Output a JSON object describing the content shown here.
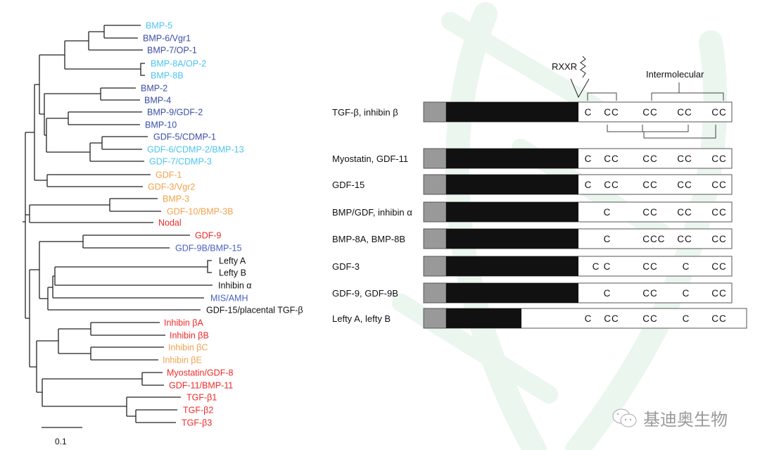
{
  "tree": {
    "leaves": [
      {
        "label": "BMP-5",
        "color": "#4cc4ef"
      },
      {
        "label": "BMP-6/Vgr1",
        "color": "#3a4ea6"
      },
      {
        "label": "BMP-7/OP-1",
        "color": "#3a4ea6"
      },
      {
        "label": "BMP-8A/OP-2",
        "color": "#4cc4ef"
      },
      {
        "label": "BMP-8B",
        "color": "#4cc4ef"
      },
      {
        "label": "BMP-2",
        "color": "#3a4ea6"
      },
      {
        "label": "BMP-4",
        "color": "#3a4ea6"
      },
      {
        "label": "BMP-9/GDF-2",
        "color": "#3a4ea6"
      },
      {
        "label": "BMP-10",
        "color": "#3a4ea6"
      },
      {
        "label": "GDF-5/CDMP-1",
        "color": "#3a4ea6"
      },
      {
        "label": "GDF-6/CDMP-2/BMP-13",
        "color": "#4cc4ef"
      },
      {
        "label": "GDF-7/CDMP-3",
        "color": "#4cc4ef"
      },
      {
        "label": "GDF-1",
        "color": "#f2a24c"
      },
      {
        "label": "GDF-3/Vgr2",
        "color": "#f2a24c"
      },
      {
        "label": "BMP-3",
        "color": "#f2a24c"
      },
      {
        "label": "GDF-10/BMP-3B",
        "color": "#f2a24c"
      },
      {
        "label": "Nodal",
        "color": "#ee2a2a"
      },
      {
        "label": "GDF-9",
        "color": "#ee2a2a"
      },
      {
        "label": "GDF-9B/BMP-15",
        "color": "#4a60c0"
      },
      {
        "label": "Lefty A",
        "color": "#111111"
      },
      {
        "label": "Lefty B",
        "color": "#111111"
      },
      {
        "label": "Inhibin α",
        "color": "#111111"
      },
      {
        "label": "MIS/AMH",
        "color": "#4a60c0"
      },
      {
        "label": "GDF-15/placental TGF-β",
        "color": "#111111"
      },
      {
        "label": "Inhibin βA",
        "color": "#ee2a2a"
      },
      {
        "label": "Inhibin βB",
        "color": "#ee2a2a"
      },
      {
        "label": "Inhibin βC",
        "color": "#f2a24c"
      },
      {
        "label": "Inhibin βE",
        "color": "#f2a24c"
      },
      {
        "label": "Myostatin/GDF-8",
        "color": "#ee2a2a"
      },
      {
        "label": "GDF-11/BMP-11",
        "color": "#ee2a2a"
      },
      {
        "label": "TGF-β1",
        "color": "#ee2a2a"
      },
      {
        "label": "TGF-β2",
        "color": "#ee2a2a"
      },
      {
        "label": "TGF-β3",
        "color": "#ee2a2a"
      }
    ],
    "scale_label": "0.1"
  },
  "domains": {
    "cleavage_label": "RXXR",
    "intermolecular_label": "Intermolecular",
    "rows": [
      {
        "label": "TGF-β, inhibin β",
        "cys": [
          {
            "t": "C",
            "p": 0
          },
          {
            "t": "CC",
            "p": 1
          },
          {
            "t": "CC",
            "p": 2
          },
          {
            "t": "CC",
            "p": 3
          },
          {
            "t": "CC",
            "p": 4
          }
        ]
      },
      {
        "label": "Myostatin, GDF-11",
        "cys": [
          {
            "t": "C",
            "p": 0
          },
          {
            "t": "CC",
            "p": 1
          },
          {
            "t": "CC",
            "p": 2
          },
          {
            "t": "CC",
            "p": 3
          },
          {
            "t": "CC",
            "p": 4
          }
        ]
      },
      {
        "label": "GDF-15",
        "cys": [
          {
            "t": "C",
            "p": 0
          },
          {
            "t": "CC",
            "p": 1
          },
          {
            "t": "CC",
            "p": 2
          },
          {
            "t": "CC",
            "p": 3
          },
          {
            "t": "CC",
            "p": 4
          }
        ]
      },
      {
        "label": "BMP/GDF, inhibin α",
        "cys": [
          {
            "t": "C",
            "p": 5
          },
          {
            "t": "CC",
            "p": 2
          },
          {
            "t": "CC",
            "p": 3
          },
          {
            "t": "CC",
            "p": 4
          }
        ]
      },
      {
        "label": "BMP-8A, BMP-8B",
        "cys": [
          {
            "t": "C",
            "p": 5
          },
          {
            "t": "CC",
            "p": 2
          },
          {
            "t": "C",
            "p": 6,
            "gray": true
          },
          {
            "t": "CC",
            "p": 3
          },
          {
            "t": "CC",
            "p": 4
          }
        ]
      },
      {
        "label": "GDF-3",
        "cys": [
          {
            "t": "C",
            "p": 7,
            "gray": true
          },
          {
            "t": "C",
            "p": 5
          },
          {
            "t": "CC",
            "p": 2
          },
          {
            "t": "C",
            "p": 8
          },
          {
            "t": "CC",
            "p": 4
          }
        ]
      },
      {
        "label": "GDF-9, GDF-9B",
        "cys": [
          {
            "t": "C",
            "p": 5
          },
          {
            "t": "CC",
            "p": 2
          },
          {
            "t": "C",
            "p": 8
          },
          {
            "t": "CC",
            "p": 4
          }
        ]
      },
      {
        "label": "Lefty A, lefty B",
        "long": true,
        "cys": [
          {
            "t": "C",
            "p": 0
          },
          {
            "t": "CC",
            "p": 1
          },
          {
            "t": "CC",
            "p": 2
          },
          {
            "t": "C",
            "p": 8
          },
          {
            "t": "CC",
            "p": 4
          }
        ]
      }
    ],
    "colors": {
      "signal": "#999999",
      "prodomain": "#111111",
      "mature": "#ffffff"
    }
  },
  "watermark": {
    "text": "基迪奥生物"
  }
}
